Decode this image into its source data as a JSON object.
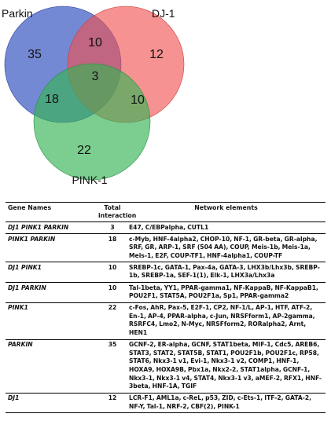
{
  "venn": {
    "sets": [
      {
        "label": "Parkin",
        "color": "#3f5bc4"
      },
      {
        "label": "DJ-1",
        "color": "#f0514f"
      },
      {
        "label": "PINK-1",
        "color": "#35b454"
      }
    ],
    "regions": {
      "parkin_only": "35",
      "dj1_only": "12",
      "pink1_only": "22",
      "parkin_dj1": "10",
      "parkin_pink1": "18",
      "dj1_pink1": "10",
      "all_three": "3"
    }
  },
  "table": {
    "headers": {
      "gene_names": "Gene Names",
      "total_interaction": "Total interaction",
      "network_elements": "Network elements"
    },
    "rows": [
      {
        "gene": "DJ1 PINK1 PARKIN",
        "total": "3",
        "elements": "E47, C/EBPalpha, CUTL1"
      },
      {
        "gene": "PINK1 PARKIN",
        "total": "18",
        "elements": "c-Myb, HNF-4alpha2, CHOP-10, NF-1, GR-beta, GR-alpha, SRF, GR, ARP-1, SRF (504 AA), COUP, Meis-1b, Meis-1a, Meis-1, E2F, COUP-TF1, HNF-4alpha1, COUP-TF"
      },
      {
        "gene": "DJ1 PINK1",
        "total": "10",
        "elements": "SREBP-1c, GATA-1, Pax-4a, GATA-3, LHX3b/Lhx3b, SREBP-1b, SREBP-1a, SEF-1(1), Elk-1, LHX3a/Lhx3a"
      },
      {
        "gene": "DJ1 PARKIN",
        "total": "10",
        "elements": "Tal-1beta, YY1, PPAR-gamma1, NF-KappaB, NF-KappaB1, POU2F1, STAT5A, POU2F1a, Sp1, PPAR-gamma2"
      },
      {
        "gene": "PINK1",
        "total": "22",
        "elements": "c-Fos, AhR, Pax-5, E2F-1, CP2, NF-1/L, AP-1, HTF, ATF-2, En-1, AP-4, PPAR-alpha, c-Jun, NRSFform1, AP-2gamma, RSRFC4, Lmo2, N-Myc, NRSFform2, RORalpha2, Arnt, HEN1"
      },
      {
        "gene": "PARKIN",
        "total": "35",
        "elements": "GCNF-2, ER-alpha, GCNF, STAT1beta, MIF-1, Cdc5, AREB6, STAT3, STAT2, STAT5B, STAT1, POU2F1b, POU2F1c, RP58, STAT6, Nkx3-1 v1, Evi-1, Nkx3-1 v2, COMP1, HNF-1, HOXA9, HOXA9B, Pbx1a, Nkx2-2, STAT1alpha, GCNF-1, Nkx3-1, Nkx3-1 v4, STAT4, Nkx3-1 v3, aMEF-2, RFX1, HNF-3beta, HNF-1A, TGIF"
      },
      {
        "gene": "DJ1",
        "total": "12",
        "elements": "LCR-F1, AML1a, c-ReL, p53, ZID, c-Ets-1, ITF-2, GATA-2, NF-Y, Tal-1, NRF-2, CBF(2), PINK-1"
      }
    ]
  }
}
